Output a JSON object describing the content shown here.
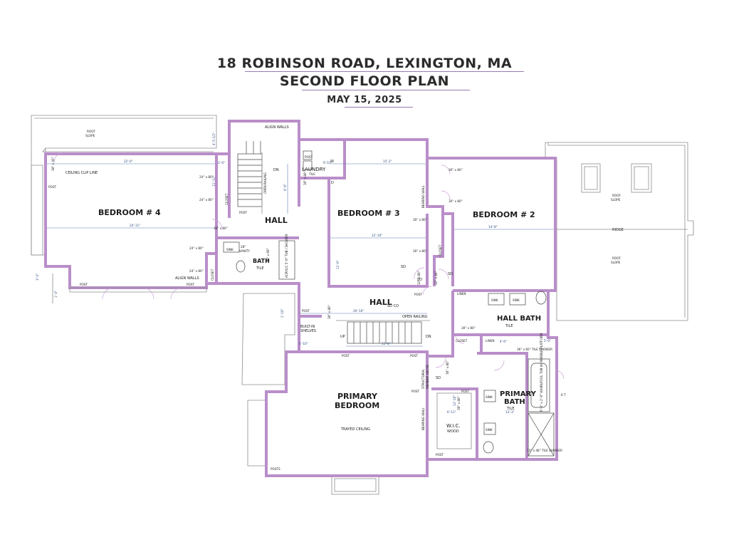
{
  "title": {
    "line1": "18 ROBINSON ROAD, LEXINGTON, MA",
    "line2": "SECOND FLOOR PLAN",
    "date": "MAY 15, 2025"
  },
  "rooms": {
    "bedroom4": "BEDROOM # 4",
    "bedroom3": "BEDROOM # 3",
    "bedroom2": "BEDROOM # 2",
    "hall_upper": "HALL",
    "hall_center": "HALL",
    "hall_bath": "HALL BATH",
    "primary_bedroom_1": "PRIMARY",
    "primary_bedroom_2": "BEDROOM",
    "primary_bath_1": "PRIMARY",
    "primary_bath_2": "BATH",
    "bath": "BATH",
    "laundry": "LAUNDRY",
    "wic": "W.I.C."
  },
  "notes": {
    "align_walls_top": "ALIGN WALLS",
    "align_walls_bottom": "ALIGN WALLS",
    "roof_slope_left_1": "ROOF",
    "roof_slope_left_2": "SLOPE",
    "roof_slope_right_1": "ROOF",
    "roof_slope_right_2": "SLOPE",
    "roof_slope_right_b1": "ROOF",
    "roof_slope_right_b2": "SLOPE",
    "ridge": "RIDGE",
    "ceiling_clip_line": "CEILING CLIP LINE",
    "trayed_ceiling": "TRAYED CEILING",
    "open_railing_v": "OPEN RAILING",
    "open_railing_h": "OPEN RAILING",
    "bearing_wall_1": "BEARING WALL",
    "bearing_wall_2": "BEARING WALL",
    "structural_member_1": "STRUCTURAL",
    "structural_member_2": "MEMBER ABOVE",
    "built_in_1": "BUILT-IN",
    "built_in_2": "SHELVES",
    "tile_laundry": "TILE",
    "tile_bath": "TILE",
    "tile_hall_bath": "TILE",
    "tile_primary_bath": "TILE",
    "wood": "WOOD",
    "vanity": "VANITY",
    "vanity_size": "28\"",
    "acrylic_tub": "ACRYLIC 5'-0\" TUB / SHOWER",
    "whirlpool": "6'-0\" x 2'-0\" WHIRLPOOL TUB W/ MARBLE PLATFORM",
    "tile_shower_1": "36\" x 60\" TILE SHOWER",
    "tile_shower_2": "72\" x 48\" TILE SHOWER",
    "dn_upper": "DN",
    "dn_lower": "DN",
    "up": "UP",
    "sd1": "SD",
    "sd_co": "SD CO",
    "sd2": "SD",
    "sd3": "SD",
    "sd4": "SD",
    "w": "W",
    "d": "D",
    "kt": "K T"
  },
  "labels": {
    "post_items": [
      "POST",
      "POST",
      "POST",
      "POST",
      "POST",
      "POST",
      "POST",
      "POST",
      "POST",
      "POST",
      "POST",
      "POST",
      "POSTS"
    ],
    "closet_items": [
      "CLOSET",
      "CLOSET",
      "CLOSET",
      "CLOSET"
    ],
    "linen_items": [
      "LINEN",
      "LINEN"
    ],
    "sink_items": [
      "SINK",
      "SINK",
      "SINK",
      "SINK",
      "SINK"
    ]
  },
  "doors": {
    "d30x80_1": "30\" x 80\"",
    "d30x80_2": "30\" x 80\"",
    "d30x80_3": "30\" x 80\"",
    "d30x80_4": "30\" x 80\"",
    "d30x80_5": "30\" x 80\"",
    "d30x80_6": "30\" x 80\"",
    "d30x80_7": "30\" x 80\"",
    "d30x80_8": "30\" x 80\"",
    "d30x80_9": "30\" x 80\"",
    "d24x80_1": "24\" x 80\"",
    "d24x80_2": "24\" x 80\"",
    "d24x80_3": "24\" x 80\"",
    "d24x80_4": "24\" x 80\"",
    "d30x45": "30\" x 45\"",
    "d32x80_1": "32\" x 80\"",
    "d32x80_2": "32\" x 80\"",
    "d30x60": "30\" x 60\"",
    "d30x80_tall": "30\" x 80\""
  },
  "dims": {
    "b4_width": "22'-0\"",
    "b4_length": "24'-11\"",
    "b3_width": "15'-2\"",
    "b3_length": "12'-10\"",
    "b2_length": "14'-8\"",
    "hall_len": "20'-10\"",
    "stair_len": "11'-8\"",
    "stair_len2": "4'-10\"",
    "dim_415": "4'-5 1/2\"",
    "dim_20": "2'-0\"",
    "dim_910": "9'-10\"",
    "dim_66": "6'-6\"",
    "dim_116": "11'-6\"",
    "dim_1210": "12'-10\"",
    "dim_1111": "11'-11\"",
    "dim_1220": "12'-3\"",
    "dim_611": "6'-11\"",
    "dim_40": "4'-0\"",
    "dim_50": "5'-0\"",
    "dim_110": "1'-10\"",
    "dim_14": "1'-4\"",
    "dim_34": "3'-4\""
  }
}
